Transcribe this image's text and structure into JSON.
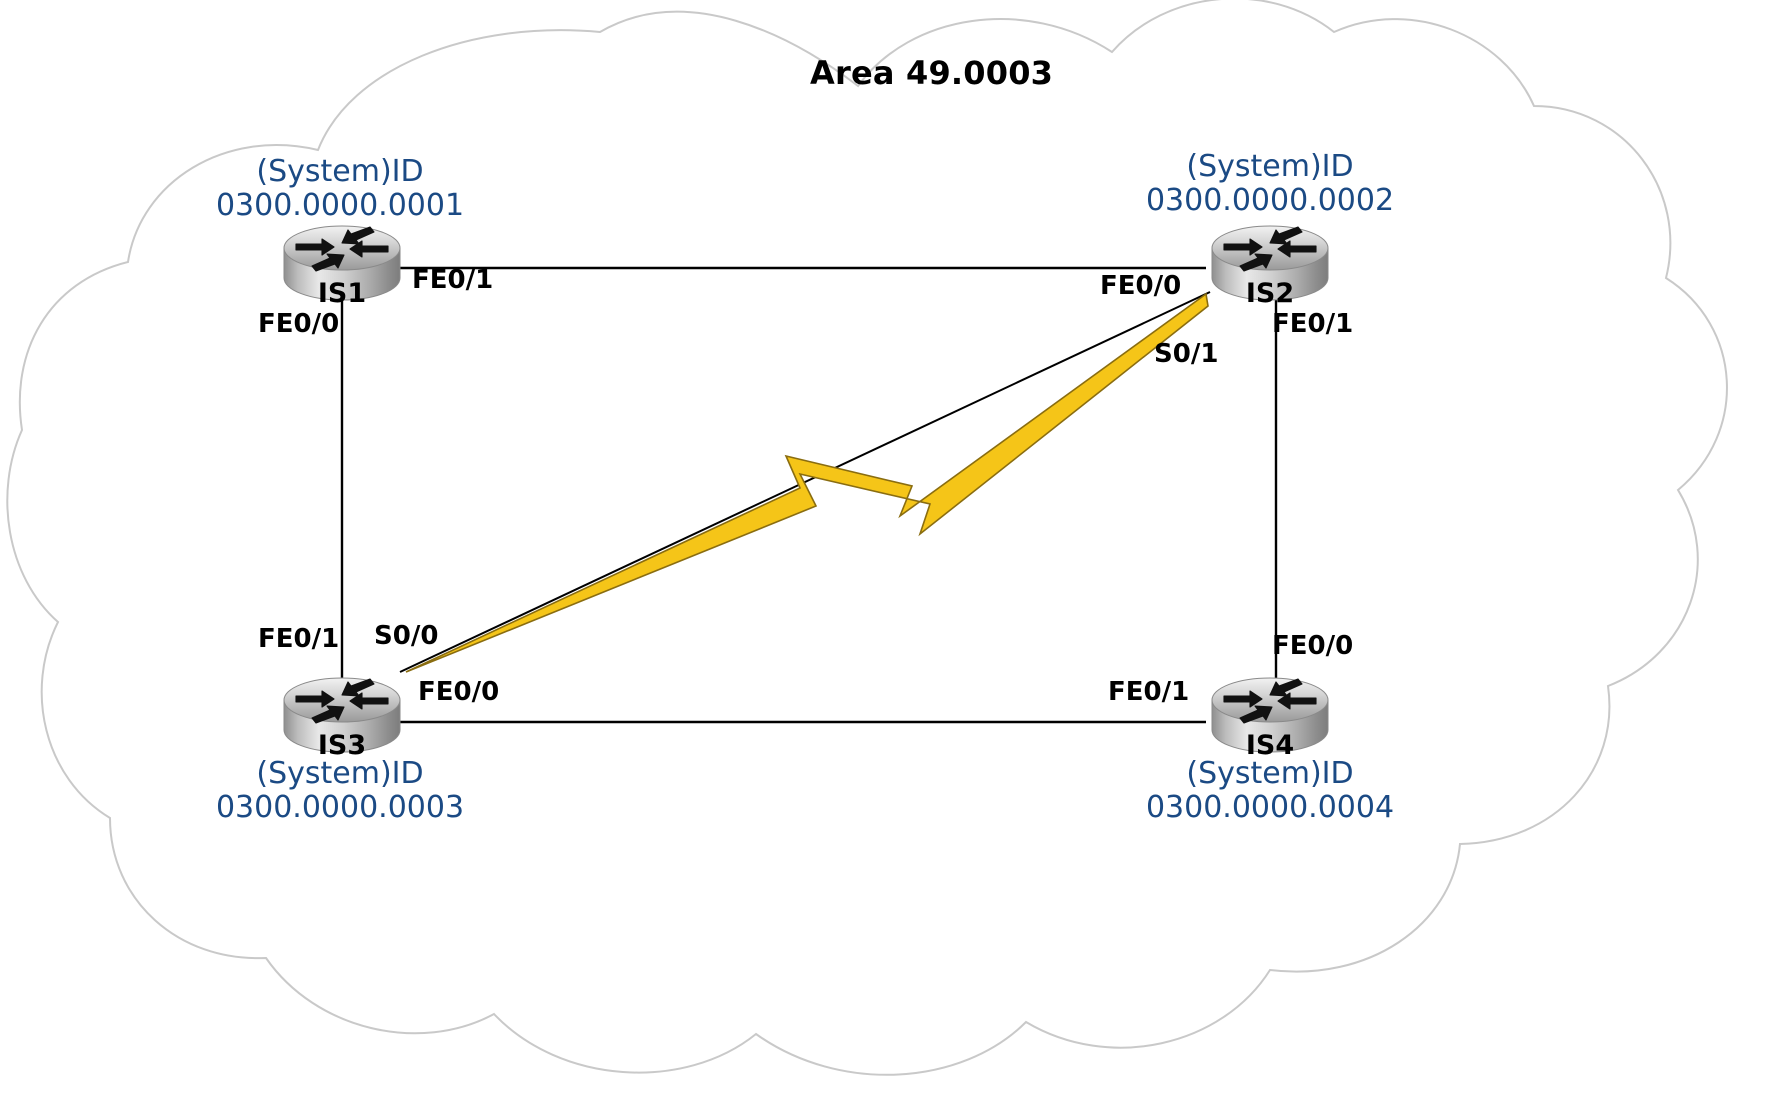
{
  "diagram": {
    "kind": "network-topology",
    "title": "Area 49.0003",
    "cloud_stroke": "#c9c9c9",
    "link_color": "#000000",
    "serial_bolt_color": "#F5C518",
    "sysid_color": "#1b4a84",
    "label_color": "#000000",
    "routers": [
      {
        "id": "is1",
        "name": "IS1",
        "sysid_label": "(System)ID",
        "sysid_value": "0300.0000.0001",
        "label_position": "above"
      },
      {
        "id": "is2",
        "name": "IS2",
        "sysid_label": "(System)ID",
        "sysid_value": "0300.0000.0002",
        "label_position": "above"
      },
      {
        "id": "is3",
        "name": "IS3",
        "sysid_label": "(System)ID",
        "sysid_value": "0300.0000.0003",
        "label_position": "below"
      },
      {
        "id": "is4",
        "name": "IS4",
        "sysid_label": "(System)ID",
        "sysid_value": "0300.0000.0004",
        "label_position": "below"
      }
    ],
    "interfaces": {
      "is1_to_is2": "FE0/1",
      "is1_to_is3": "FE0/0",
      "is2_to_is1": "FE0/0",
      "is2_to_is4": "FE0/1",
      "is2_to_is3": "S0/1",
      "is3_to_is1": "FE0/1",
      "is3_to_is2": "S0/0",
      "is3_to_is4": "FE0/0",
      "is4_to_is3": "FE0/1",
      "is4_to_is2": "FE0/0"
    },
    "links": [
      {
        "from": "IS1",
        "to": "IS2",
        "type": "ethernet",
        "from_if": "FE0/1",
        "to_if": "FE0/0"
      },
      {
        "from": "IS1",
        "to": "IS3",
        "type": "ethernet",
        "from_if": "FE0/0",
        "to_if": "FE0/1"
      },
      {
        "from": "IS2",
        "to": "IS4",
        "type": "ethernet",
        "from_if": "FE0/1",
        "to_if": "FE0/0"
      },
      {
        "from": "IS3",
        "to": "IS4",
        "type": "ethernet",
        "from_if": "FE0/0",
        "to_if": "FE0/1"
      },
      {
        "from": "IS3",
        "to": "IS2",
        "type": "serial",
        "from_if": "S0/0",
        "to_if": "S0/1"
      }
    ]
  }
}
